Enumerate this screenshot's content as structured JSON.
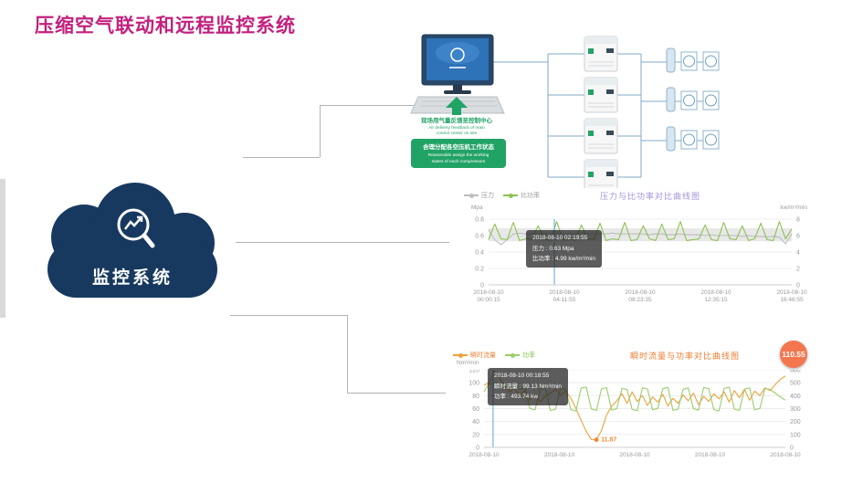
{
  "page": {
    "title": "压缩空气联动和远程监控系统"
  },
  "cloud": {
    "label": "监控系统",
    "color": "#17395f"
  },
  "diagram": {
    "feedback": {
      "zh": "现场用气量反馈至控制中心",
      "en1": "Air delivery feedback of main",
      "en2": "control center on site"
    },
    "assign": {
      "zh": "合理分配各空压机工作状态",
      "en1": "Reasonable assign the working",
      "en2": "states of each compressors"
    }
  },
  "chart_data": [
    {
      "type": "line",
      "title": "压力与比功率对比曲线图",
      "title_color": "#a393d9",
      "legend": [
        {
          "label": "压力",
          "color": "#bdbdbd",
          "label_color": "#999999"
        },
        {
          "label": "比功率",
          "color": "#8cc152",
          "label_color": "#999999"
        }
      ],
      "ylabel_left": "Mpa",
      "ylabel_right": "kw/m³/min",
      "left_ticks": [
        0.8,
        0.6,
        0.4,
        0.2,
        0
      ],
      "right_ticks": [
        8,
        6,
        4,
        2,
        0
      ],
      "left_range": [
        0,
        0.8
      ],
      "right_range": [
        0,
        8
      ],
      "band": [
        0.53,
        0.69
      ],
      "cursor_frac": 0.217,
      "x_labels": [
        "2018-08-10|00:00:15",
        "2018-08-10|04:11:55",
        "2018-08-10|08:23:35",
        "2018-08-10|12:35:15",
        "2018-08-10|16:46:55"
      ],
      "tooltip": {
        "time": "2018-08-10 02:19:55",
        "rows": [
          "压力 : 0.63 Mpa",
          "比功率 : 4.99 kw/m³/min"
        ]
      },
      "series": [
        {
          "name": "压力",
          "axis": "left",
          "color": "#bdbdbd",
          "values": [
            0.67,
            0.55,
            0.49,
            0.55,
            0.62,
            0.63,
            0.62,
            0.62,
            0.63,
            0.62,
            0.62,
            0.63,
            0.62,
            0.62,
            0.62,
            0.63,
            0.62,
            0.62,
            0.62,
            0.62,
            0.63,
            0.62,
            0.62,
            0.62,
            0.62,
            0.62,
            0.61,
            0.62,
            0.62,
            0.61,
            0.61,
            0.62,
            0.61,
            0.61,
            0.61,
            0.6,
            0.61,
            0.6,
            0.6,
            0.6,
            0.6,
            0.59,
            0.6,
            0.59,
            0.59,
            0.58,
            0.59,
            0.58,
            0.5,
            0.62
          ]
        },
        {
          "name": "比功率",
          "axis": "right",
          "color": "#8cc152",
          "values": [
            5.5,
            7.4,
            5.6,
            5.5,
            7.6,
            5.4,
            5.6,
            5.5,
            7.2,
            5.6,
            5.4,
            7.7,
            5.5,
            5.6,
            5.4,
            7.3,
            5.6,
            5.5,
            7.5,
            5.4,
            5.6,
            5.5,
            7.6,
            5.4,
            5.5,
            7.2,
            5.6,
            5.4,
            7.4,
            5.5,
            5.6,
            7.7,
            5.4,
            5.5,
            5.6,
            7.3,
            5.5,
            5.4,
            7.6,
            5.6,
            5.5,
            7.2,
            5.4,
            5.6,
            7.5,
            5.5,
            5.4,
            7.7,
            5.6,
            6.8
          ]
        }
      ]
    },
    {
      "type": "line",
      "title": "瞬时流量与功率对比曲线图",
      "title_color": "#ed7d31",
      "legend": [
        {
          "label": "瞬时流量",
          "color": "#f0a03c",
          "label_color": "#e8833a"
        },
        {
          "label": "功率",
          "color": "#9acd6a",
          "label_color": "#8cc152"
        }
      ],
      "ylabel_left": "Nm³/min",
      "ylabel_right": "",
      "left_ticks": [
        120,
        100,
        80,
        60,
        40,
        20,
        0
      ],
      "right_ticks": [
        600,
        500,
        400,
        300,
        200,
        100,
        0
      ],
      "left_range": [
        0,
        120
      ],
      "right_range": [
        0,
        600
      ],
      "cursor_frac": 0.03,
      "x_labels": [
        "2018-08-10",
        "2018-08-10",
        "2018-08-10",
        "2018-08-10",
        "2018-08-10"
      ],
      "tooltip": {
        "time": "2018-08-10 00:18:55",
        "rows": [
          "瞬时流量 : 99.13 Nm³/min",
          "功率 : 493.74 kw"
        ]
      },
      "badge": "110.55",
      "badge_color": "#f4764f",
      "marker": {
        "frac": 0.373,
        "value": 11.87,
        "label": "11.87",
        "color": "#f08c3a"
      },
      "series": [
        {
          "name": "瞬时流量",
          "axis": "left",
          "color": "#f0a03c",
          "values": [
            96,
            100,
            118,
            108,
            95,
            86,
            92,
            80,
            88,
            74,
            82,
            70,
            79,
            84,
            90,
            81,
            87,
            76,
            60,
            42,
            25,
            12,
            11.87,
            26,
            50,
            64,
            72,
            83,
            68,
            86,
            71,
            80,
            65,
            78,
            70,
            82,
            64,
            76,
            68,
            81,
            72,
            84,
            66,
            79,
            71,
            83,
            75,
            86,
            70,
            88,
            77,
            90,
            73,
            87,
            80,
            92,
            88,
            97,
            105,
            110.55
          ]
        },
        {
          "name": "功率",
          "axis": "right",
          "color": "#9acd6a",
          "values": [
            430,
            494,
            486,
            470,
            478,
            460,
            470,
            450,
            462,
            300,
            290,
            455,
            465,
            285,
            295,
            460,
            450,
            292,
            282,
            458,
            466,
            298,
            286,
            452,
            462,
            288,
            300,
            456,
            448,
            294,
            284,
            460,
            452,
            290,
            302,
            454,
            464,
            286,
            296,
            450,
            460,
            300,
            288,
            462,
            454,
            292,
            282,
            456,
            466,
            296,
            286,
            452,
            460,
            290,
            300,
            455,
            448,
            420,
            390,
            365
          ]
        }
      ]
    }
  ]
}
